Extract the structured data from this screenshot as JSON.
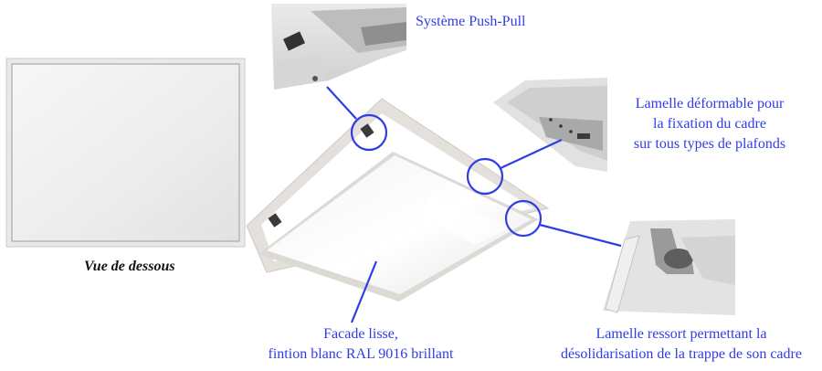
{
  "underside_caption": "Vue de dessous",
  "callouts": {
    "push_pull": "Système Push-Pull",
    "deformable_strip": [
      "Lamelle déformable pour",
      "la fixation du cadre",
      "sur tous types de plafonds"
    ],
    "smooth_face": [
      "Facade lisse,",
      "fintion blanc RAL 9016 brillant"
    ],
    "spring_strip": [
      "Lamelle ressort permettant la",
      "désolidarisation de la trappe de son cadre"
    ]
  },
  "colors": {
    "callout_text": "#2f3de6",
    "callout_line": "#2f3de6",
    "panel_white": "#f4f4f4",
    "frame_grey": "#d9d6d0"
  }
}
